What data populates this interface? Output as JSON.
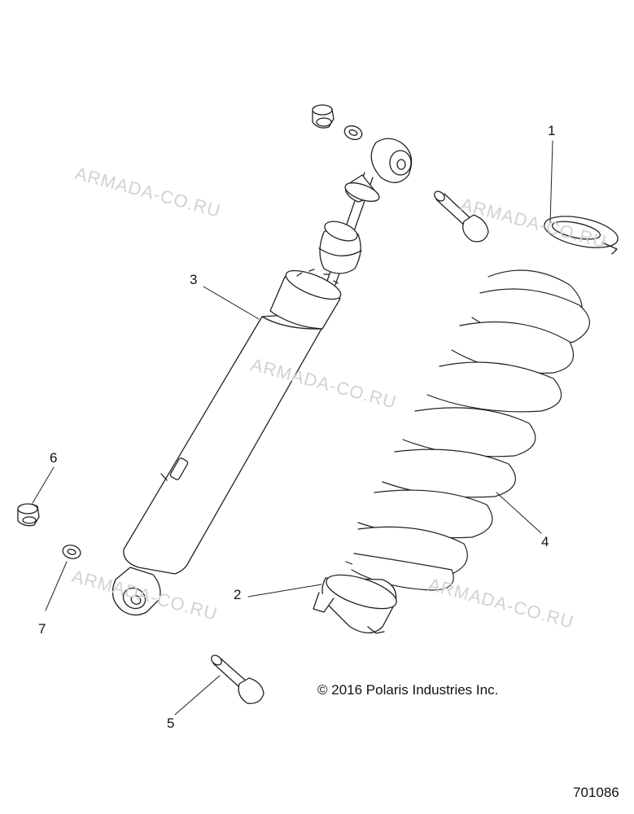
{
  "diagram": {
    "callouts": [
      {
        "id": "1",
        "label": "1"
      },
      {
        "id": "2",
        "label": "2"
      },
      {
        "id": "3",
        "label": "3"
      },
      {
        "id": "4",
        "label": "4"
      },
      {
        "id": "5",
        "label": "5"
      },
      {
        "id": "6",
        "label": "6"
      },
      {
        "id": "7",
        "label": "7"
      }
    ],
    "watermark": "ARMADA-CO.RU",
    "copyright": "© 2016 Polaris Industries Inc.",
    "figure_number": "701086"
  }
}
